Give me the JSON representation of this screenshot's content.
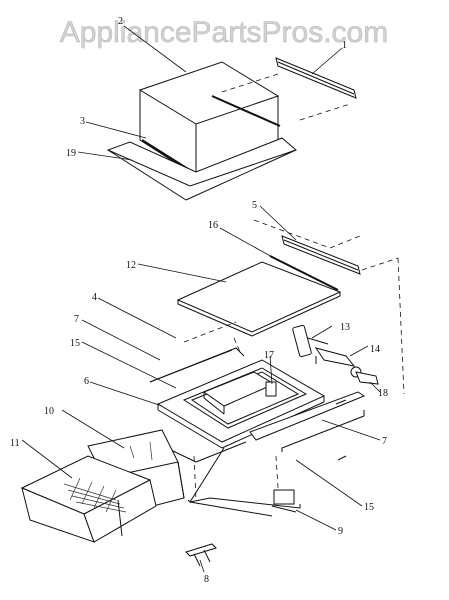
{
  "watermark": "AppliancePartsPros.com",
  "callouts": {
    "c1": "1",
    "c2": "2",
    "c3": "3",
    "c4": "4",
    "c5": "5",
    "c6": "6",
    "c7a": "7",
    "c7b": "7",
    "c8": "8",
    "c9": "9",
    "c10": "10",
    "c11": "11",
    "c12": "12",
    "c13": "13",
    "c14": "14",
    "c15a": "15",
    "c15b": "15",
    "c16": "16",
    "c17": "17",
    "c18": "18",
    "c19": "19"
  }
}
